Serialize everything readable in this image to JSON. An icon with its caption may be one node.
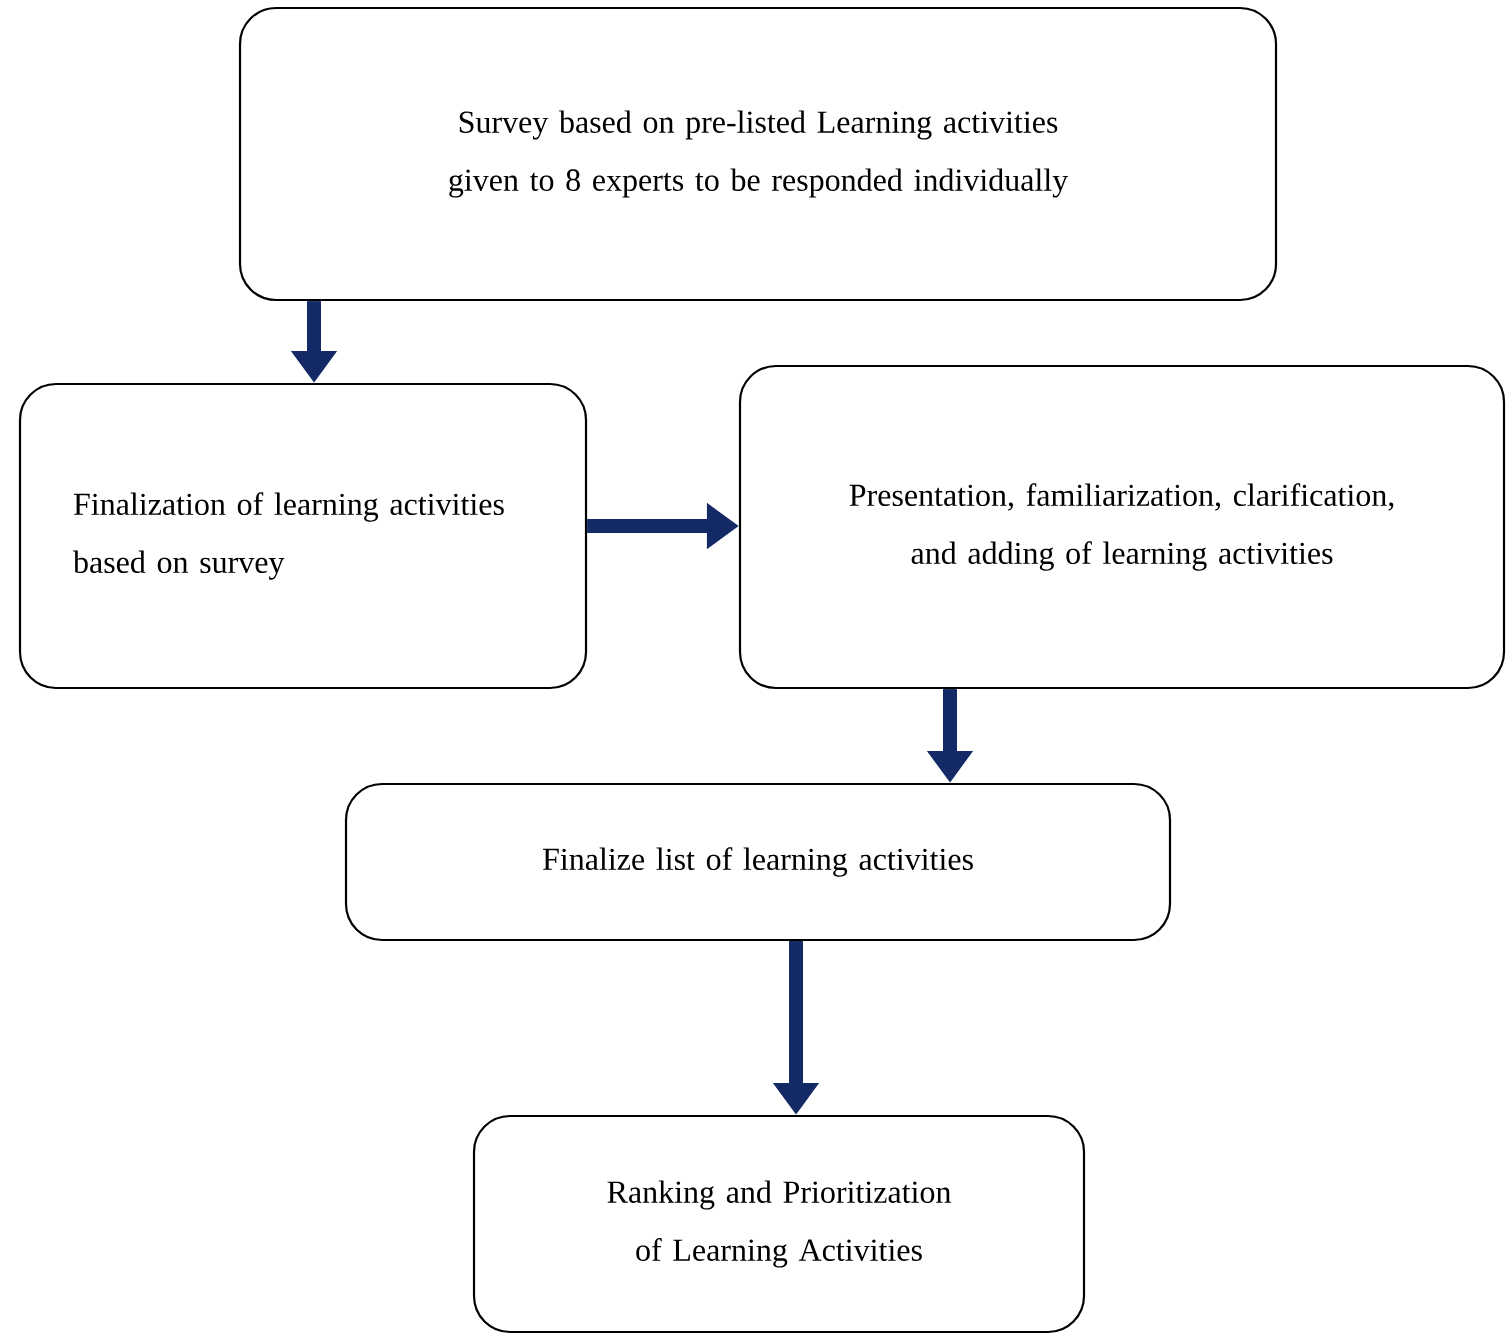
{
  "diagram": {
    "nodes": [
      {
        "text": [
          "Survey based on pre-listed Learning activities given to 8 experts to be responded individually"
        ]
      },
      {
        "text": [
          "Finalization of learning activities based on survey"
        ]
      },
      {
        "text": [
          "Presentation, familiarization, clarification, and adding of learning activities"
        ]
      },
      {
        "text": [
          "Finalize list of learning activities"
        ]
      },
      {
        "text": [
          "Ranking and Prioritization of Learning Activities"
        ]
      }
    ],
    "edges": [
      {
        "from": 0,
        "to": 1,
        "arrow": "to"
      },
      {
        "from": 1,
        "to": 2,
        "arrow": "to"
      },
      {
        "from": 2,
        "to": 3,
        "arrow": "to"
      },
      {
        "from": 3,
        "to": 4,
        "arrow": "to"
      }
    ]
  }
}
